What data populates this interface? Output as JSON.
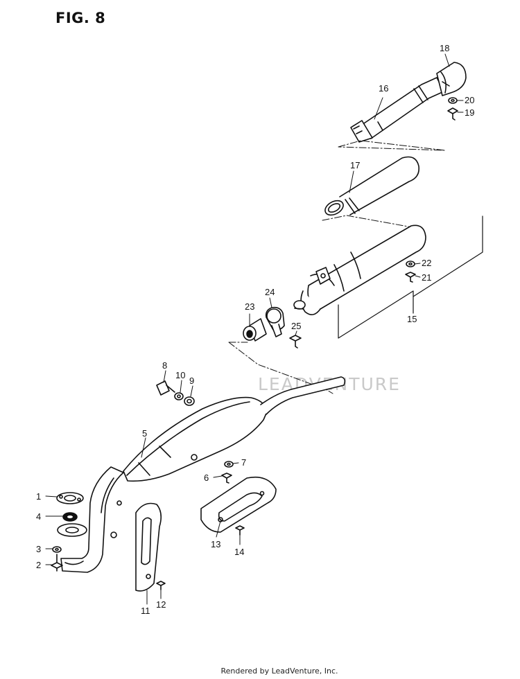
{
  "figure": {
    "title": "FIG. 8"
  },
  "watermark": {
    "text": "LEADVENTURE"
  },
  "footer": {
    "text": "Rendered by LeadVenture, Inc."
  },
  "callouts": [
    "1",
    "2",
    "3",
    "4",
    "5",
    "6",
    "7",
    "8",
    "9",
    "10",
    "11",
    "12",
    "13",
    "14",
    "15",
    "16",
    "17",
    "18",
    "19",
    "20",
    "21",
    "22",
    "23",
    "24",
    "25"
  ]
}
